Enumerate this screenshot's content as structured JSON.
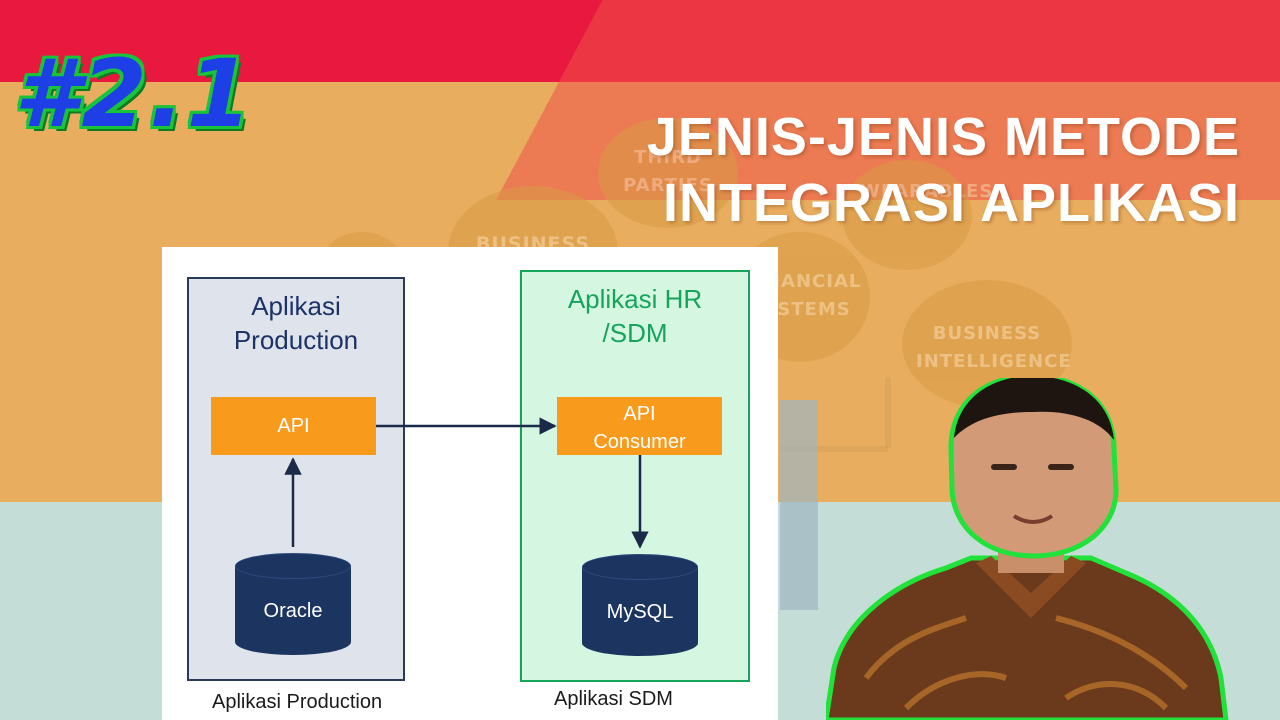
{
  "episode": "#2.1",
  "title": {
    "line1": "JENIS-JENIS METODE",
    "line2": "INTEGRASI APLIKASI"
  },
  "background_words": {
    "third_parties": "THIRD PARTIES",
    "wearables": "WEARABLES",
    "business": "BUSINESS",
    "financial_systems": "FINANCIAL SYSTEMS",
    "business_intelligence": "BUSINESS INTELLIGENCE"
  },
  "diagram": {
    "left_system": {
      "title_line1": "Aplikasi",
      "title_line2": "Production",
      "api_label": "API",
      "db_label": "Oracle",
      "caption": "Aplikasi Production"
    },
    "right_system": {
      "title_line1": "Aplikasi HR",
      "title_line2": "/SDM",
      "api_line1": "API",
      "api_line2": "Consumer",
      "db_label": "MySQL",
      "caption": "Aplikasi SDM"
    }
  },
  "colors": {
    "episode_fill": "#1f3fe6",
    "episode_outline": "#19c43a",
    "api_orange": "#f89a1c",
    "db_navy": "#1c3560",
    "left_box_bg": "#dfe3ec",
    "right_box_bg": "#d5f7e2",
    "right_accent": "#16a45b",
    "presenter_outline": "#21e23a"
  }
}
